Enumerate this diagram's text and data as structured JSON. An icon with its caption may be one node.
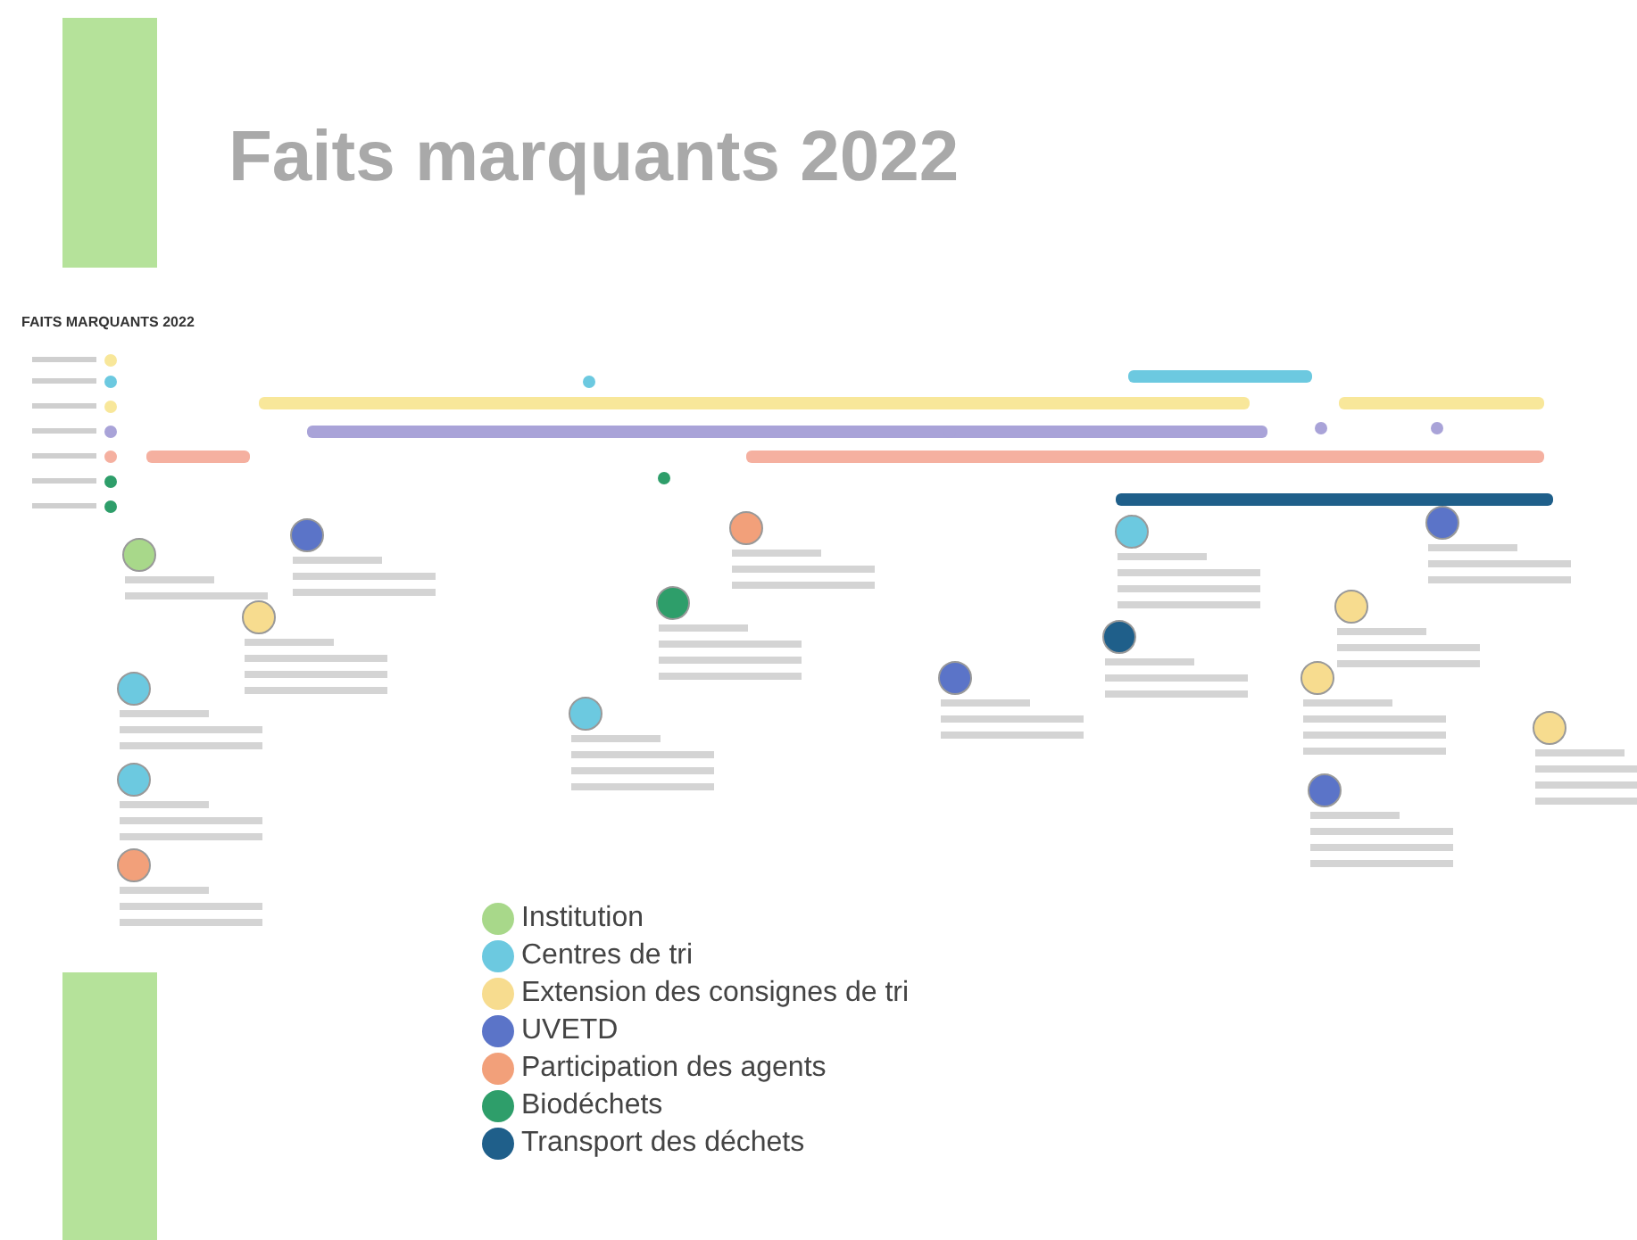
{
  "diagram": {
    "title": "Faits marquants 2022",
    "labels": [
      "FAITS MARQUANTS 2022"
    ],
    "legend": [
      {
        "text": "Institution",
        "color": "#a8d88a"
      },
      {
        "text": "Centres de tri",
        "color": "#6cc9e0"
      },
      {
        "text": "Extension des consignes de tri",
        "color": "#f7dc8f"
      },
      {
        "text": "UVETD",
        "color": "#5b74c8"
      },
      {
        "text": "Participation des agents",
        "color": "#f2a07a"
      },
      {
        "text": "Biodéchets",
        "color": "#2e9e6a"
      },
      {
        "text": "Transport des déchets",
        "color": "#1f5f8a"
      }
    ]
  }
}
